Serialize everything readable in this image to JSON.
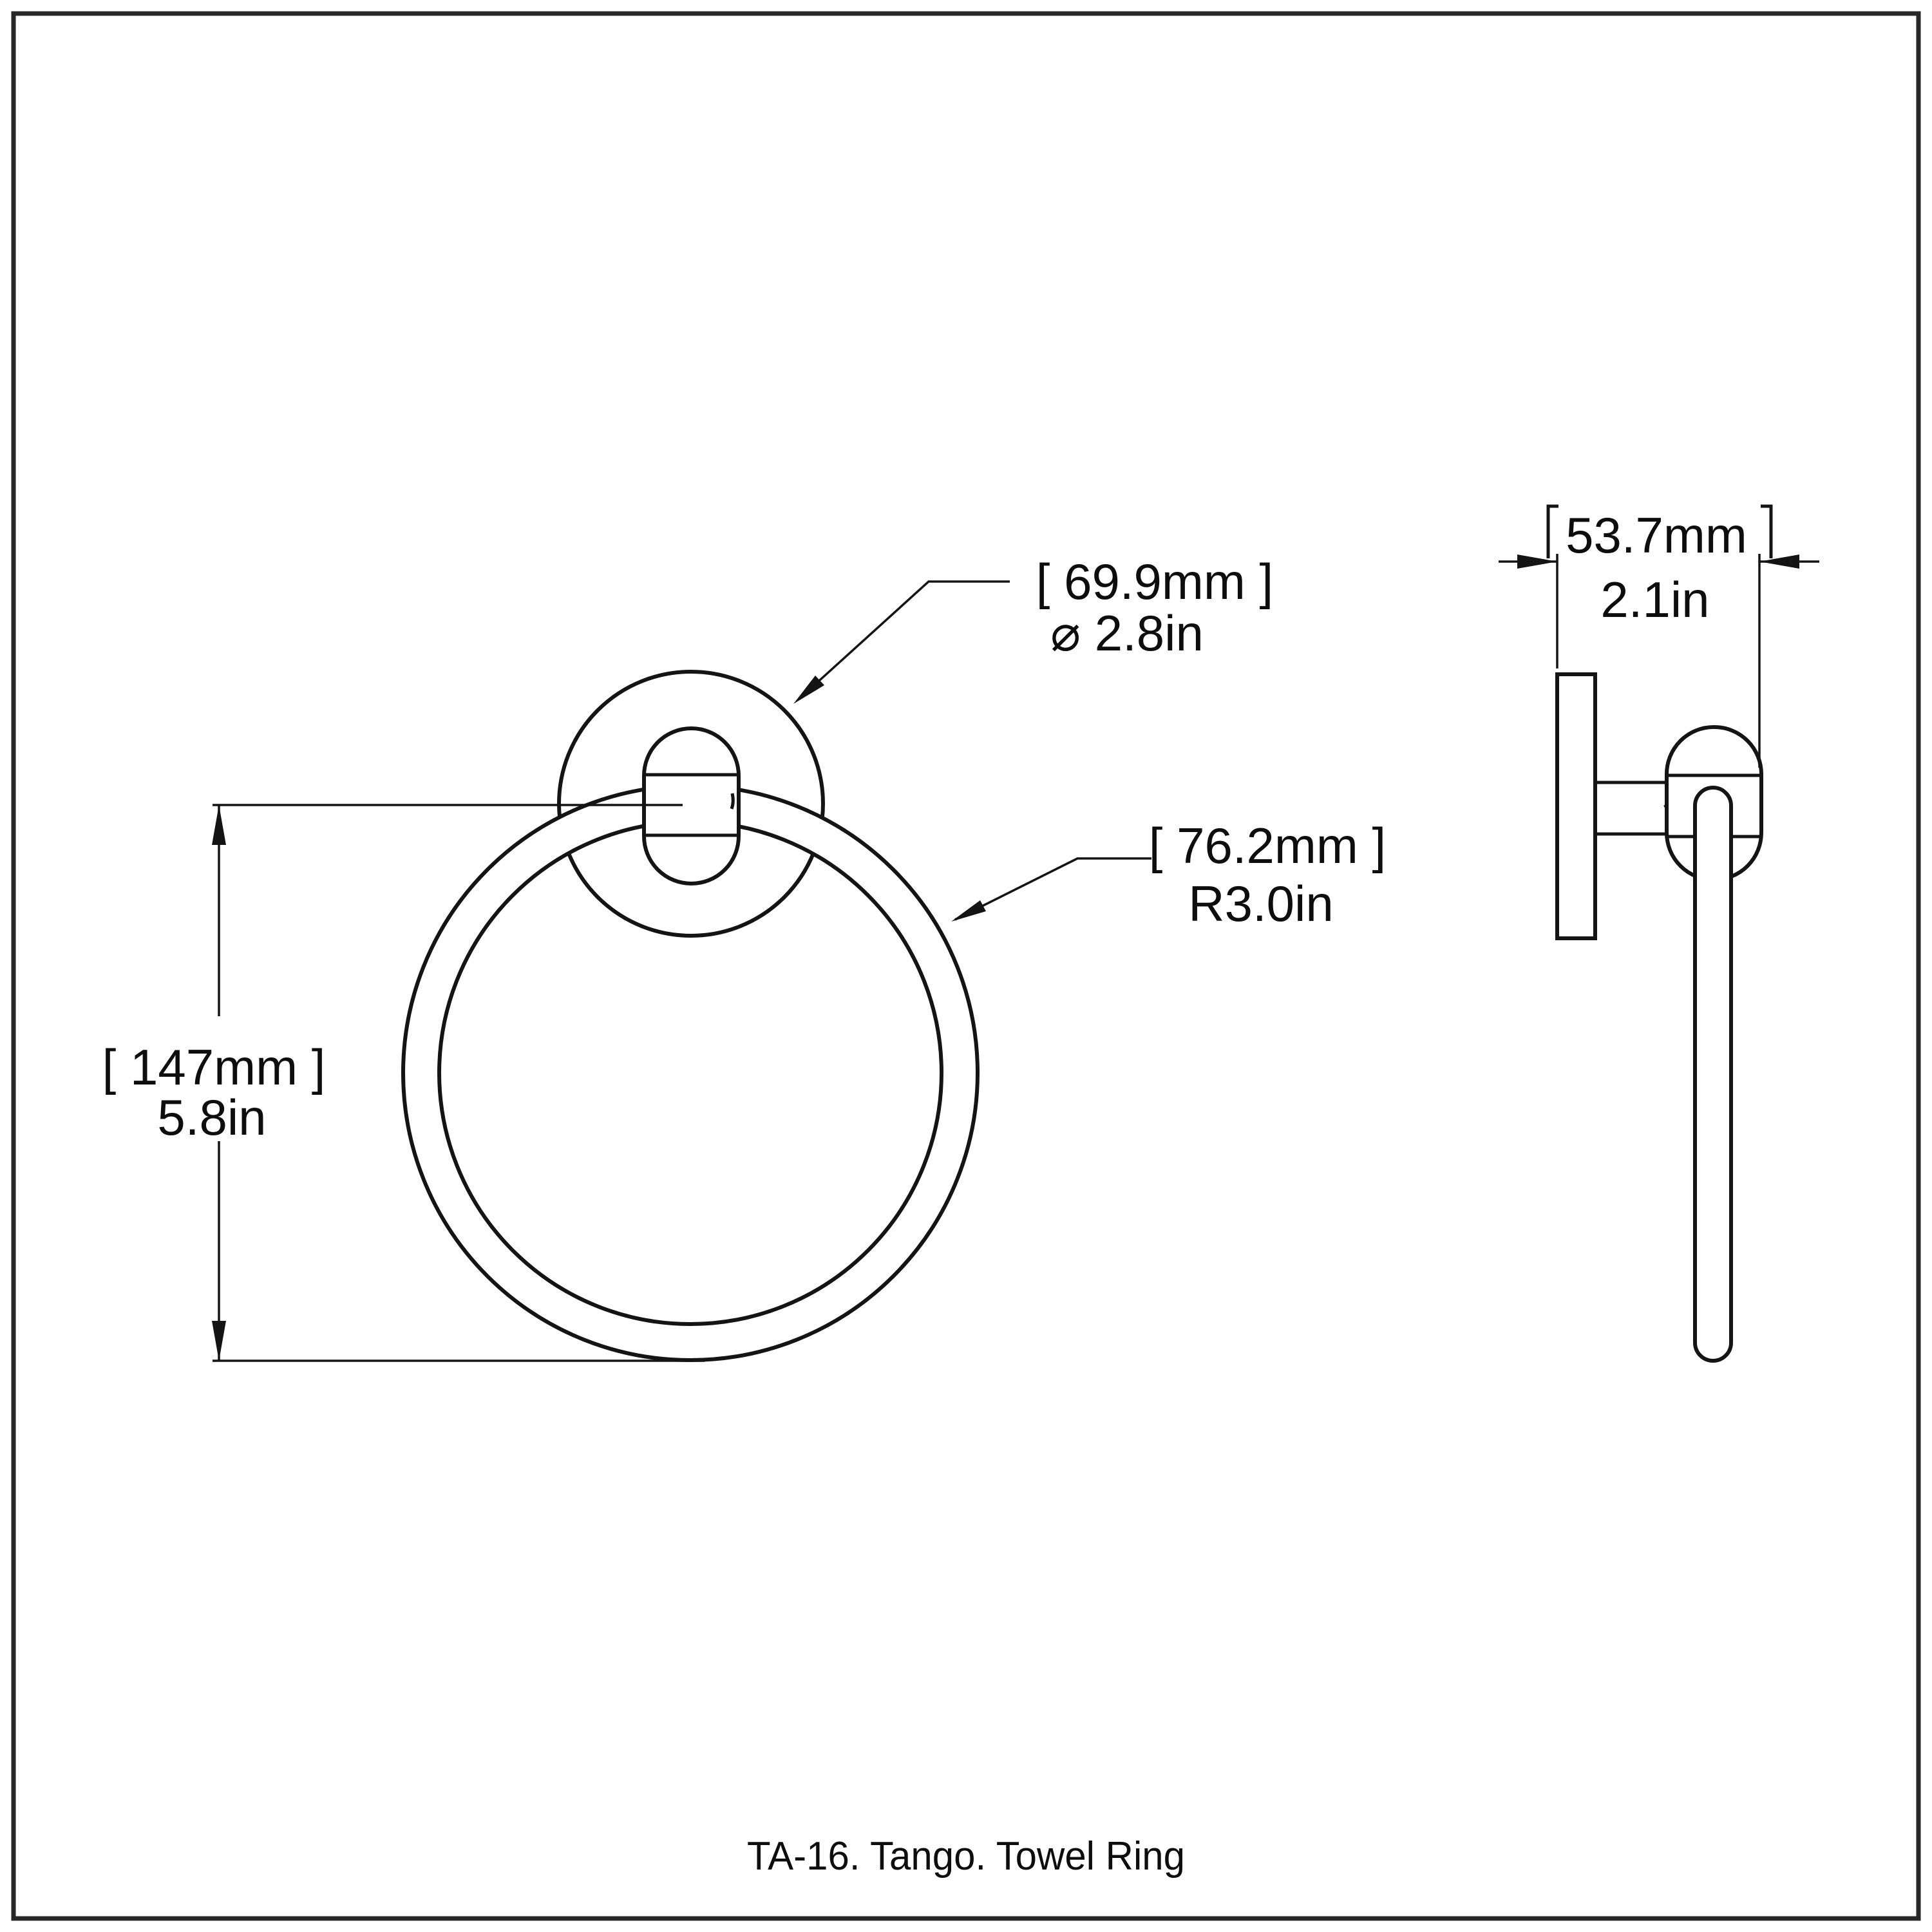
{
  "page": {
    "background": "#ffffff",
    "border_color": "#262626",
    "line_color": "#141414"
  },
  "caption": "TA-16. Tango. Towel Ring",
  "views": {
    "front": {
      "flange_diameter_label": {
        "mm": "[ 69.9mm ]",
        "inches": "⌀ 2.8in"
      },
      "ring_radius_label": {
        "mm": "[ 76.2mm ]",
        "inches": "R3.0in"
      },
      "height_label": {
        "mm": "[ 147mm ]",
        "inches": "5.8in"
      }
    },
    "side": {
      "depth_label": {
        "mm": "53.7mm",
        "inches": "2.1in"
      }
    }
  }
}
